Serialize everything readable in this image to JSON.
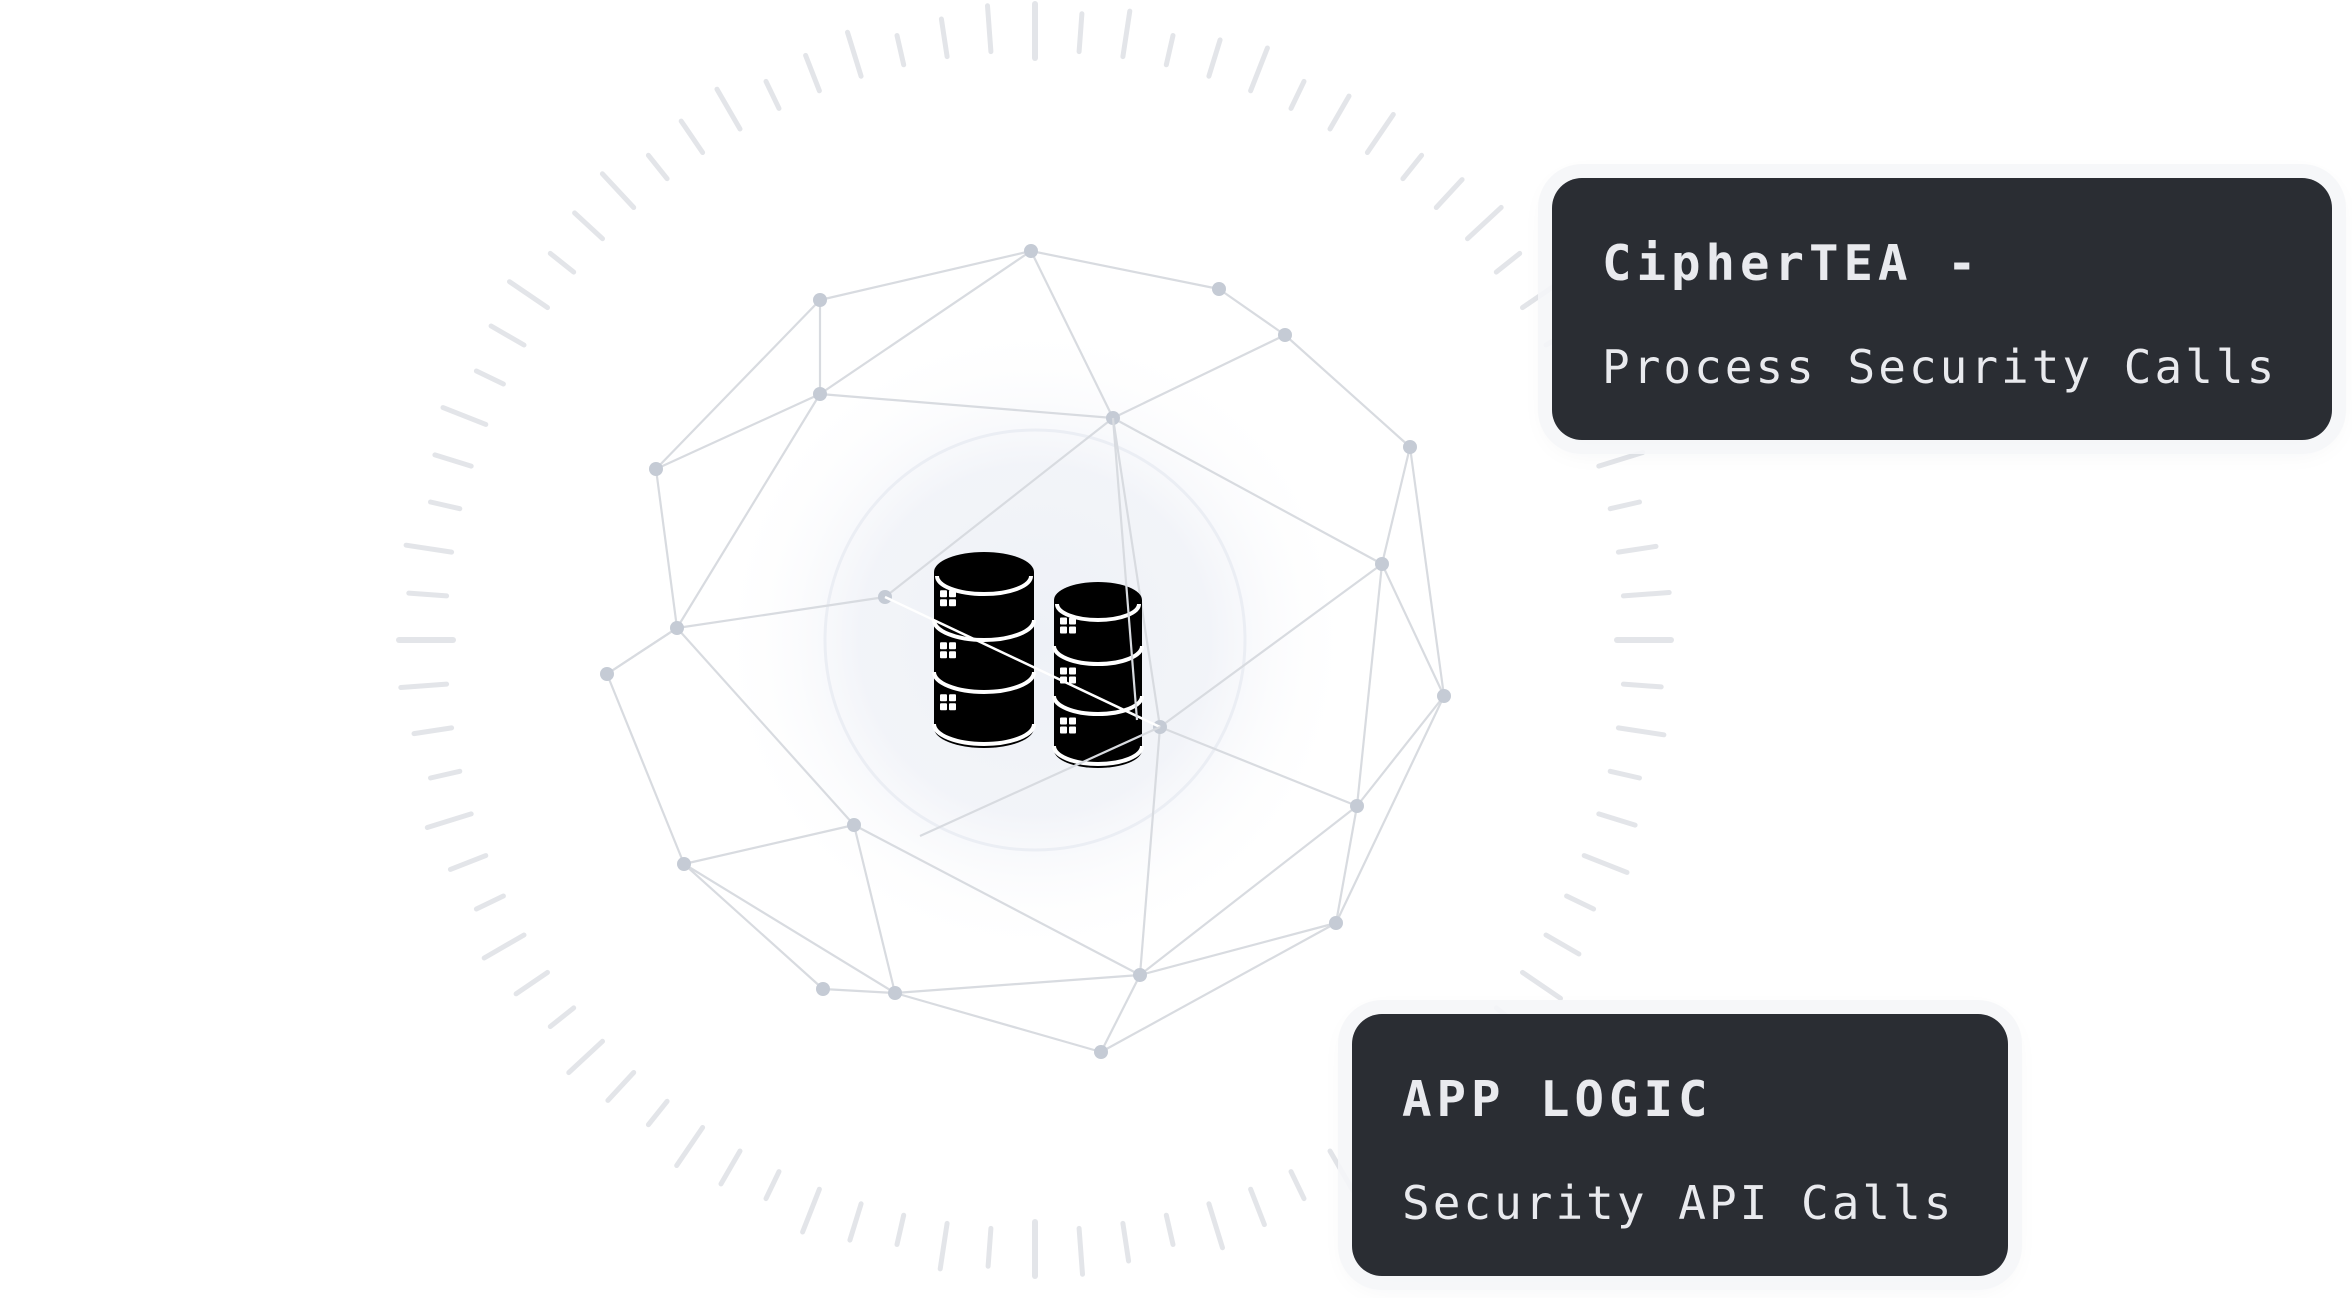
{
  "colors": {
    "card_background": "#2a2d33",
    "card_text": "#e9eaee",
    "mesh_line": "#d8dbe0",
    "mesh_node": "#c5cbd5",
    "dial_tick": "#e3e5e9",
    "center_glow": "#eef1f7",
    "database_icon": "#000000"
  },
  "center": {
    "icon": "database-icon"
  },
  "cards": {
    "cipher": {
      "title": "CipherTEA -",
      "subtitle": "Process Security Calls"
    },
    "app_logic": {
      "title": "APP LOGIC",
      "subtitle": "Security API Calls"
    }
  }
}
